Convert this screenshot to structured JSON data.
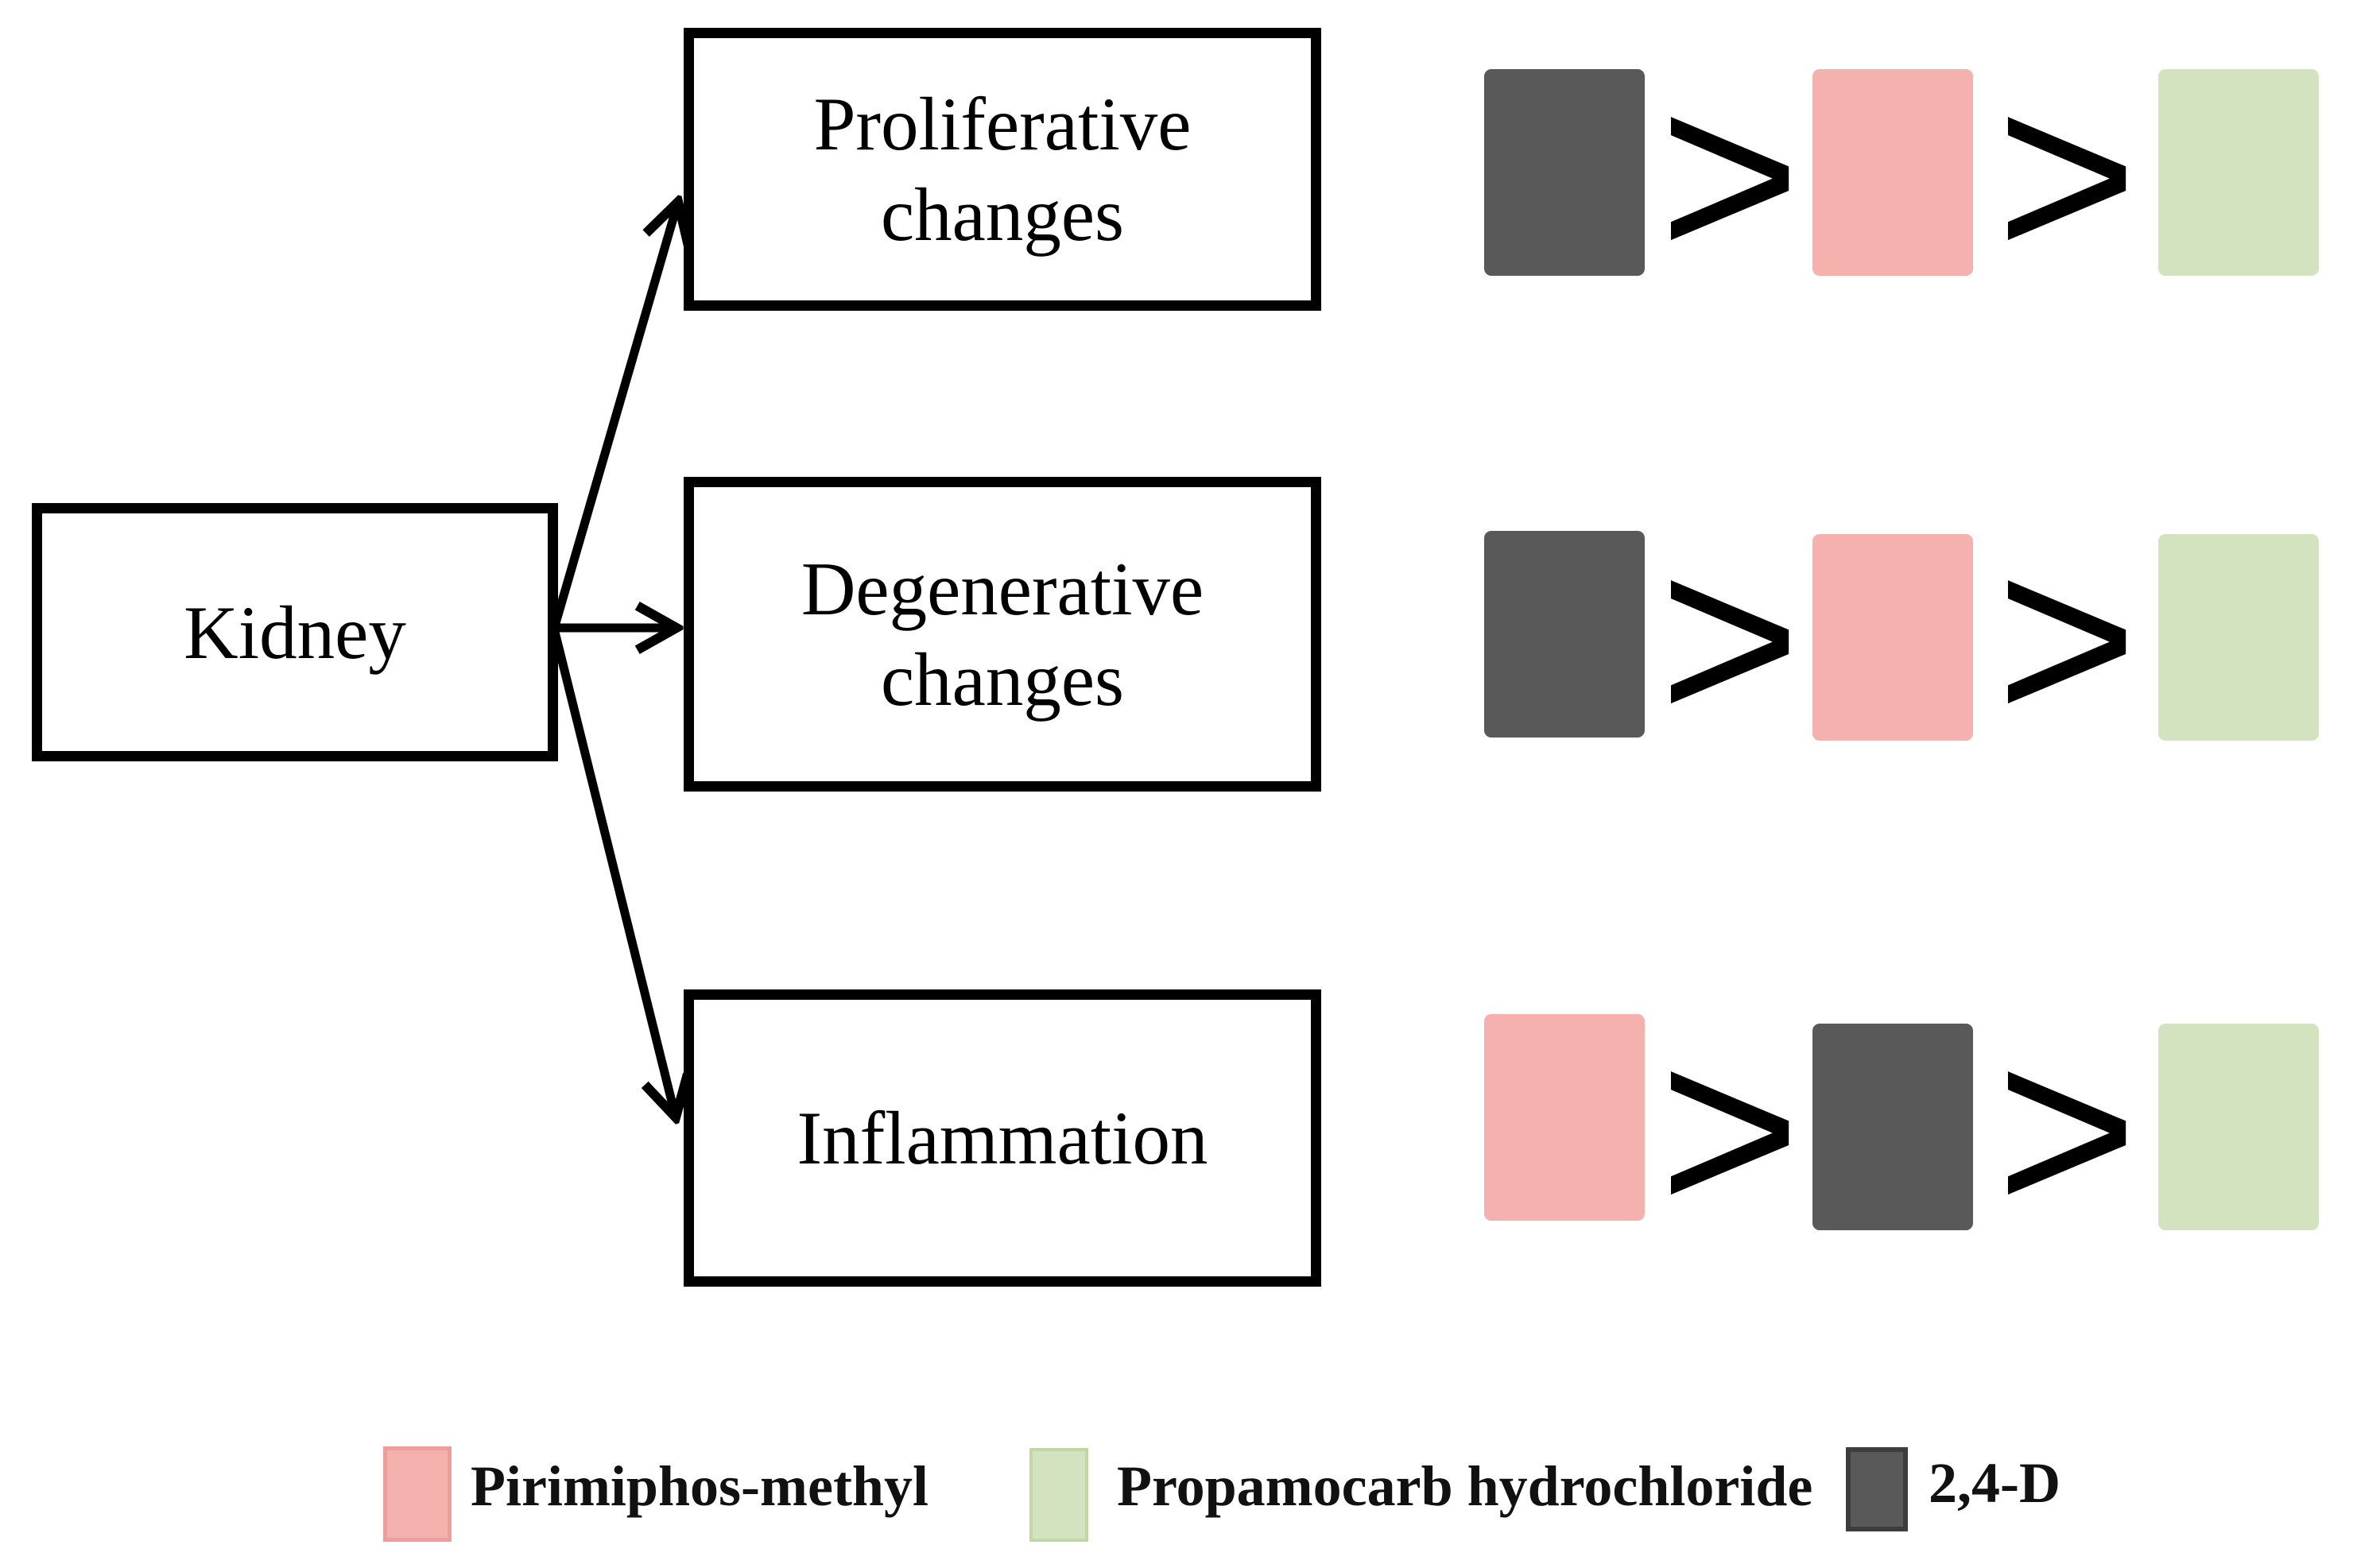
{
  "diagram": {
    "organ": "Kidney",
    "comparison_symbol": ">",
    "rows": [
      {
        "endpoint": "Proliferative changes",
        "sequence": [
          "2,4-D",
          "Pirimiphos-methyl",
          "Propamocarb hydrochloride"
        ]
      },
      {
        "endpoint": "Degenerative changes",
        "sequence": [
          "2,4-D",
          "Pirimiphos-methyl",
          "Propamocarb hydrochloride"
        ]
      },
      {
        "endpoint": "Inflammation",
        "sequence": [
          "Pirimiphos-methyl",
          "2,4-D",
          "Propamocarb hydrochloride"
        ]
      }
    ]
  },
  "legend": {
    "items": [
      {
        "key": "Pirimiphos-methyl",
        "label": "Pirimiphos-methyl",
        "color": "#F4B1AE",
        "border": "#EC9E9B"
      },
      {
        "key": "Propamocarb hydrochloride",
        "label": "Propamocarb hydrochloride",
        "color": "#D4E3BF",
        "border": "#C2D8A4"
      },
      {
        "key": "2,4-D",
        "label": "2,4-D",
        "color": "#595959",
        "border": "#3D3D3D"
      }
    ]
  },
  "colors": {
    "chemicals": {
      "2,4-D": "#595959",
      "Pirimiphos-methyl": "#F4B1AE",
      "Propamocarb hydrochloride": "#D4E3BF"
    },
    "line": "#000000"
  }
}
